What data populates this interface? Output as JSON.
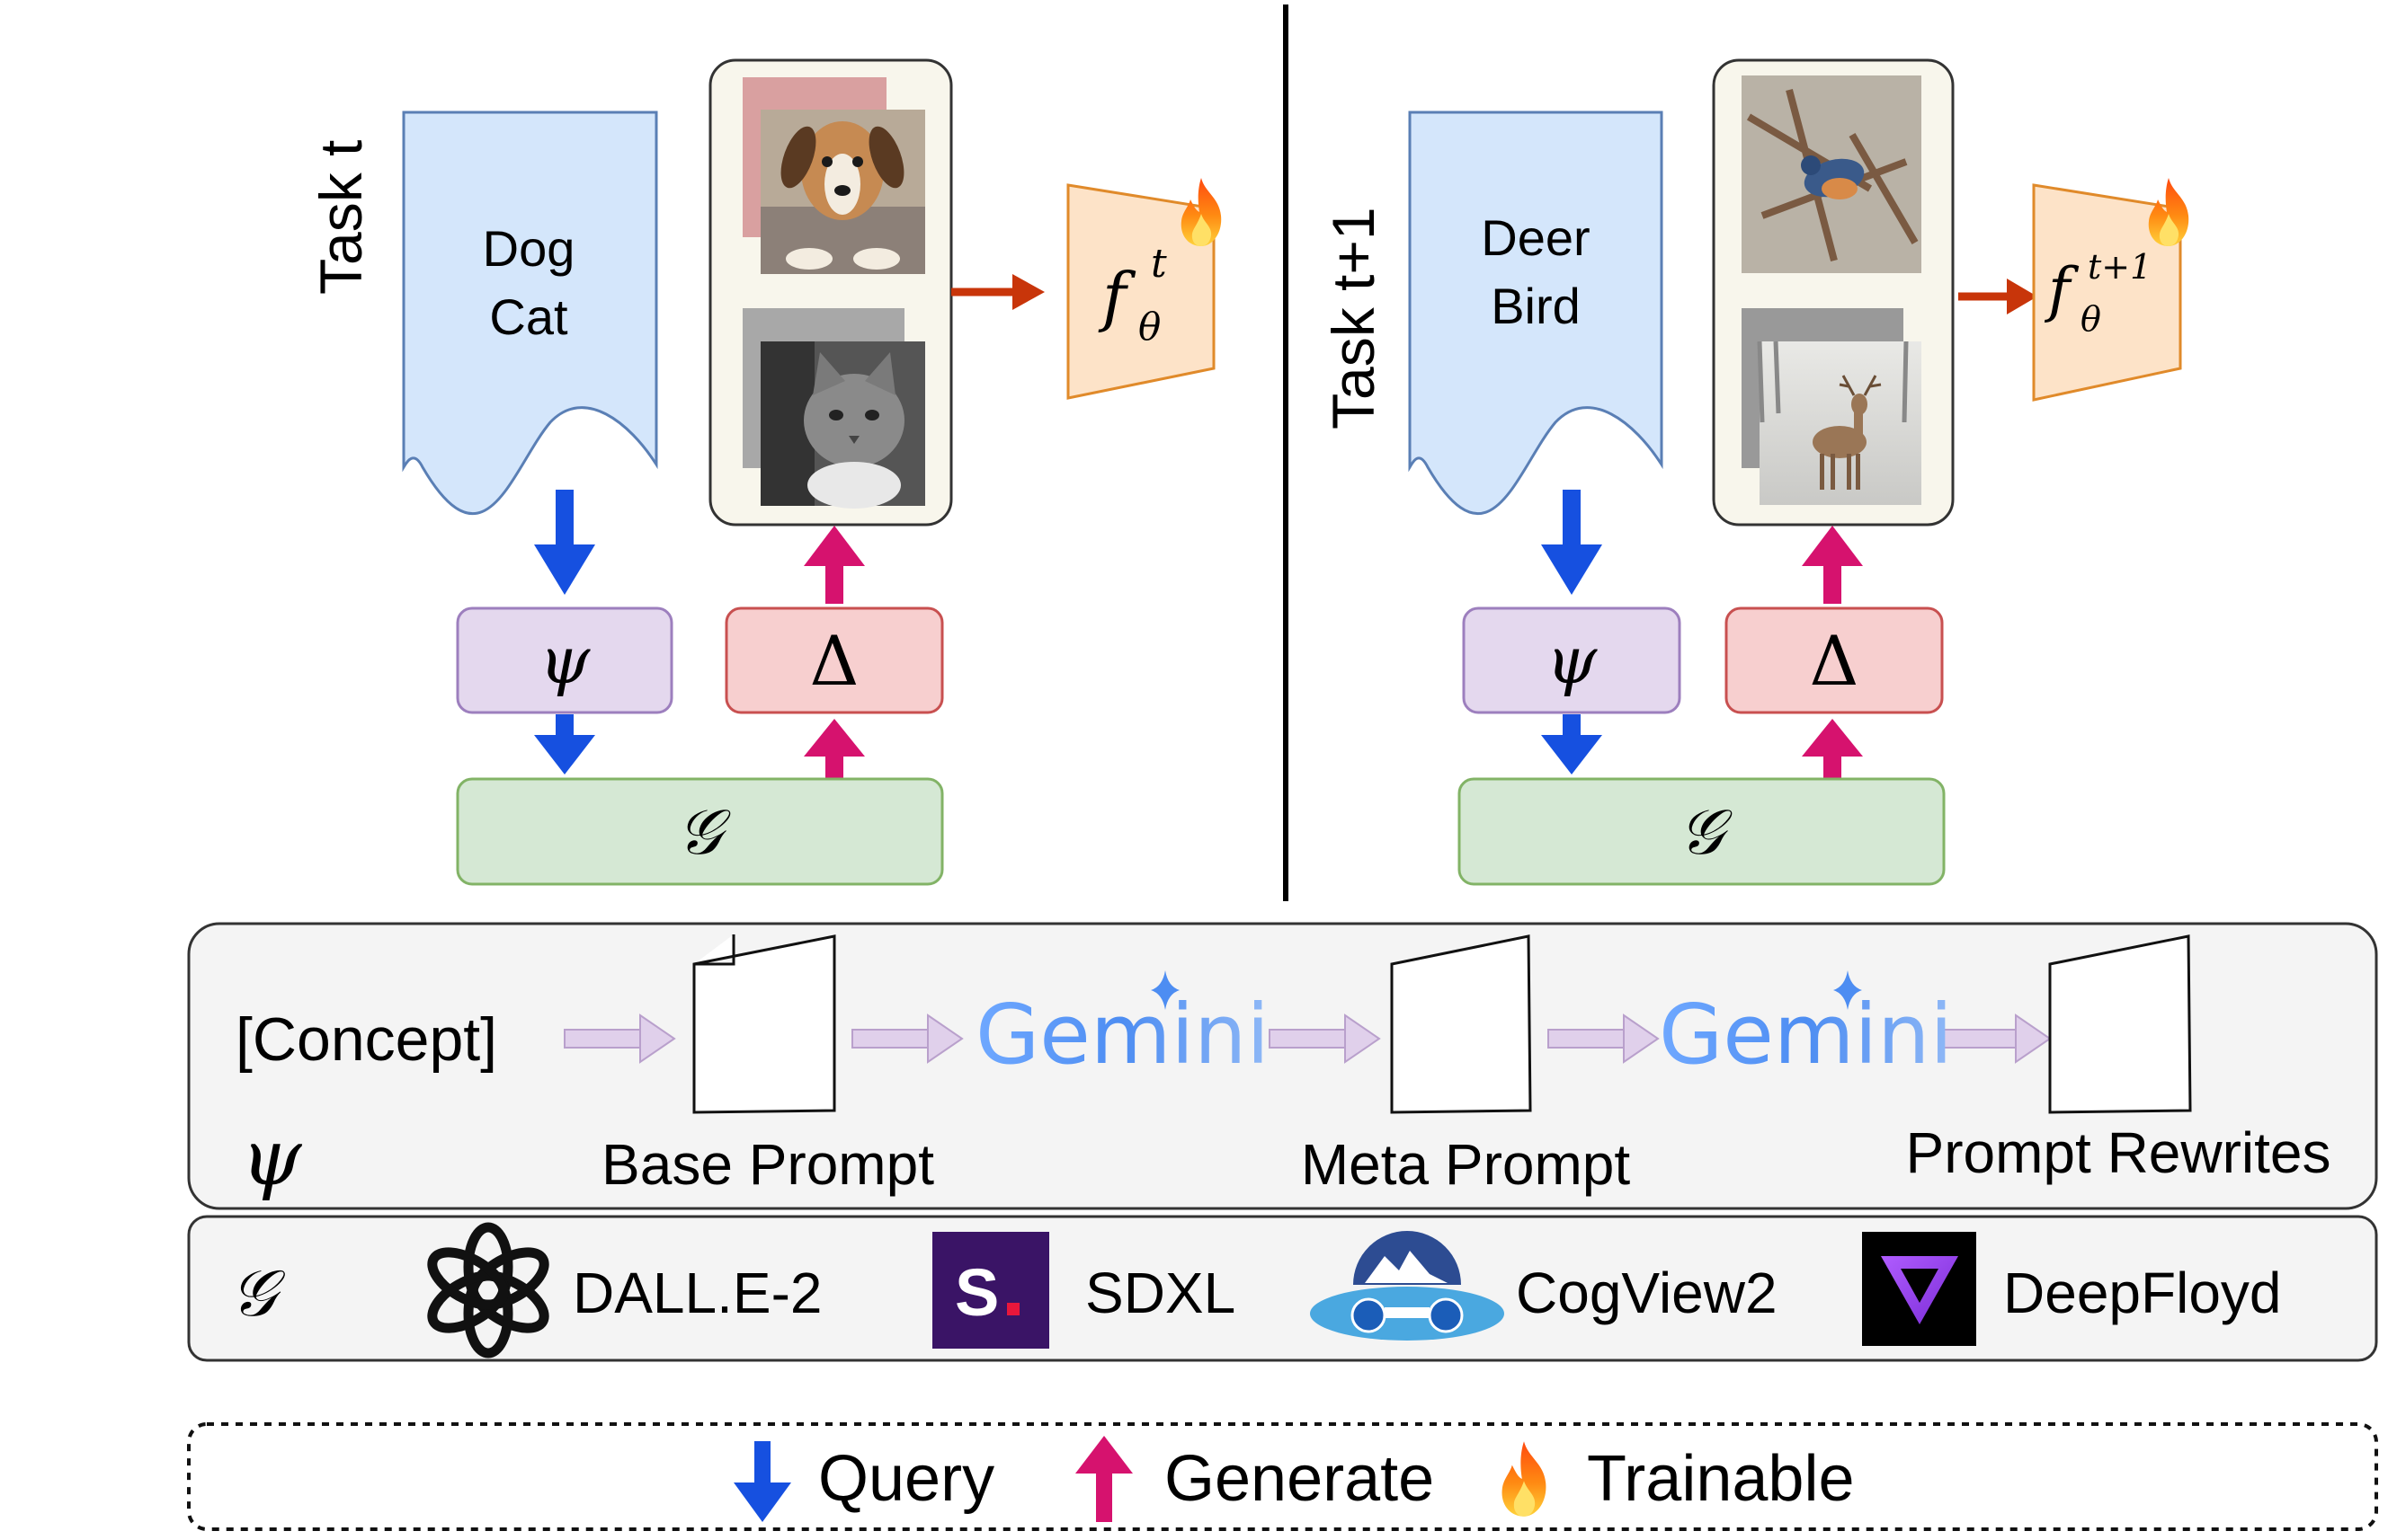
{
  "tasks": [
    {
      "label": "Task t",
      "concepts": [
        "Dog",
        "Cat"
      ],
      "images": [
        "dog photo",
        "cat photo"
      ],
      "query_symbol": "ψ",
      "generate_symbol": "Δ",
      "generator_symbol": "𝒢",
      "model_base": "f",
      "model_sub": "θ",
      "model_sup": "t"
    },
    {
      "label": "Task t+1",
      "concepts": [
        "Deer",
        "Bird"
      ],
      "images": [
        "bird photo",
        "deer photo"
      ],
      "query_symbol": "ψ",
      "generate_symbol": "Δ",
      "generator_symbol": "𝒢",
      "model_base": "f",
      "model_sub": "θ",
      "model_sup": "t+1"
    }
  ],
  "pipeline": {
    "symbol": "ψ",
    "concept": "[Concept]",
    "llm_name": "Gemini",
    "labels": [
      "Base Prompt",
      "Meta Prompt",
      "Prompt Rewrites"
    ]
  },
  "generators": {
    "symbol": "𝒢",
    "items": [
      {
        "name": "DALL.E-2",
        "icon": "openai-logo-icon"
      },
      {
        "name": "SDXL",
        "icon": "stability-logo-icon"
      },
      {
        "name": "CogView2",
        "icon": "cogview-logo-icon"
      },
      {
        "name": "DeepFloyd",
        "icon": "deepfloyd-logo-icon"
      }
    ]
  },
  "legend": {
    "query": "Query",
    "generate": "Generate",
    "trainable": "Trainable"
  },
  "colors": {
    "query_arrow": "#1650e0",
    "generate_arrow": "#d6126e",
    "concept_doc": "#d4e6fb",
    "psi_box": "#e4d8ee",
    "delta_box": "#f7cfcf",
    "g_box": "#d5e8d4",
    "model_box": "#fde3c8",
    "image_panel": "#f8f6ec",
    "panel_bg": "#f4f4f4",
    "model_arrow": "#c8350a",
    "pipeline_arrow": "#e0d0eb",
    "gemini": "#4d8df2"
  }
}
